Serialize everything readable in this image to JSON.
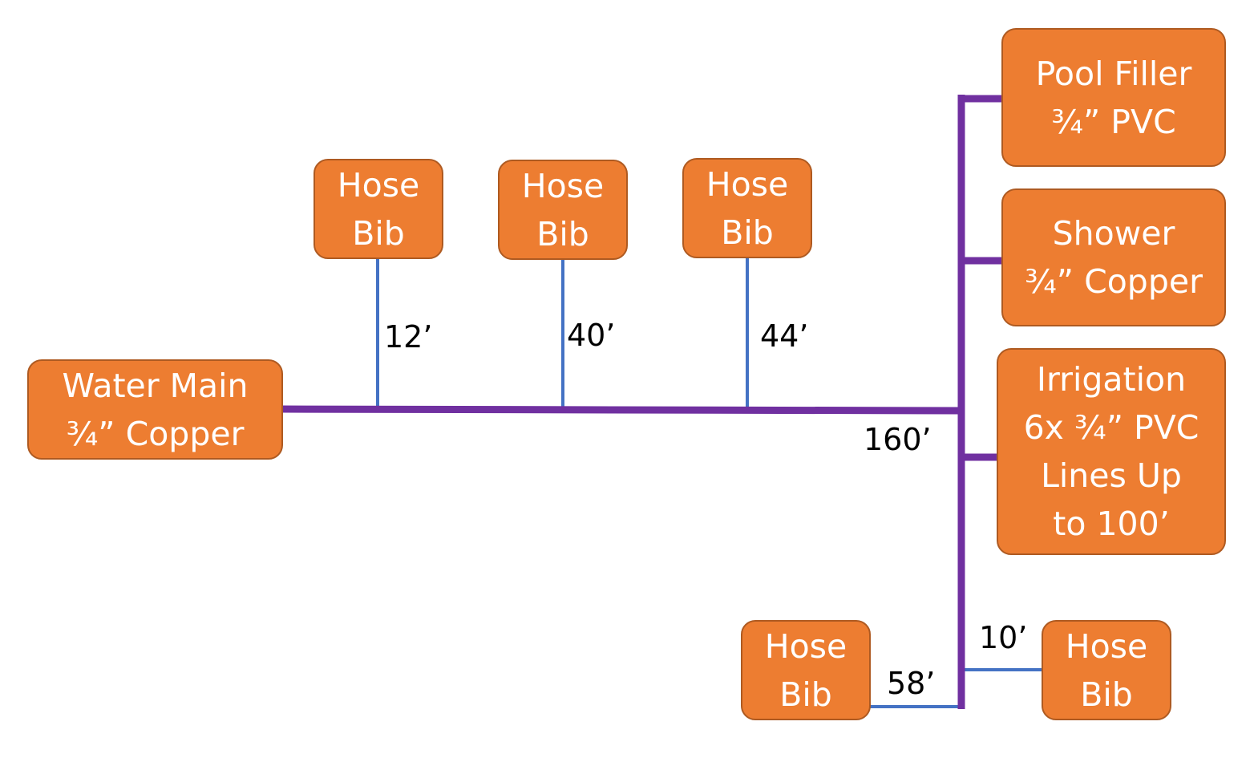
{
  "colors": {
    "node_fill": "#ED7D31",
    "node_border": "#AE5A21",
    "node_text": "#FFFFFF",
    "main_line": "#7030A0",
    "branch_line": "#4472C4"
  },
  "nodes": {
    "water_main": {
      "line1": "Water Main",
      "line2": "¾” Copper"
    },
    "hose_bib_1": {
      "line1": "Hose",
      "line2": "Bib"
    },
    "hose_bib_2": {
      "line1": "Hose",
      "line2": "Bib"
    },
    "hose_bib_3": {
      "line1": "Hose",
      "line2": "Bib"
    },
    "pool_filler": {
      "line1": "Pool Filler",
      "line2": "¾” PVC"
    },
    "shower": {
      "line1": "Shower",
      "line2": "¾” Copper"
    },
    "irrigation": {
      "line1": "Irrigation",
      "line2": "6x ¾” PVC",
      "line3": "Lines Up",
      "line4": "to 100’"
    },
    "hose_bib_4": {
      "line1": "Hose",
      "line2": "Bib"
    },
    "hose_bib_5": {
      "line1": "Hose",
      "line2": "Bib"
    }
  },
  "lengths": {
    "bib_1": "12’",
    "bib_2": "40’",
    "bib_3": "44’",
    "main_run": "160’",
    "bib_4": "58’",
    "bib_5": "10’"
  }
}
